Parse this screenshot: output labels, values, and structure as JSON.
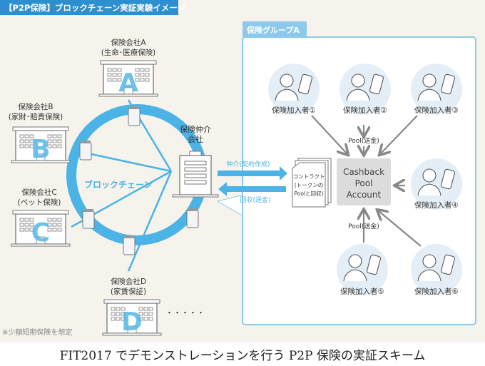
{
  "title": "【P2P保険】ブロックチェーン実証実験イメージ",
  "colors": {
    "accent": "#4bb3e6",
    "background": "#f6f3ec",
    "group_bg": "#ffffff",
    "pool_box": "#dcdcdc",
    "person_circle": "#e3eef6"
  },
  "companies": [
    {
      "name": "保険会社A",
      "type": "(生命･医療保険)",
      "letter": "A"
    },
    {
      "name": "保険会社B",
      "type": "(家財･賠責保険)",
      "letter": "B"
    },
    {
      "name": "保険会社C",
      "type": "(ペット保険)",
      "letter": "C"
    },
    {
      "name": "保険会社D",
      "type": "(家賃保証)",
      "letter": "D"
    }
  ],
  "more": "・・・・・",
  "blockchain_label": "ブロックチェーン",
  "broker": {
    "line1": "保険仲介",
    "line2": "会社"
  },
  "flows": {
    "mediate": "仲介(契約作成)",
    "collect": "回収(送金)"
  },
  "group": {
    "title": "保険グループA",
    "contract": [
      "コントラクト",
      "(トークンの",
      "Poolと回収)"
    ],
    "pool_account": [
      "Cashback",
      "Pool",
      "Account"
    ],
    "pool_label_top": "Pool(送金)",
    "pool_label_bottom": "Pool(送金)",
    "members": [
      "保険加入者①",
      "保険加入者②",
      "保険加入者③",
      "保険加入者④",
      "保険加入者⑤",
      "保険加入者⑥"
    ]
  },
  "note": "※少額短期保険を想定",
  "caption": "FIT2017 でデモンストレーションを行う P2P 保険の実証スキーム"
}
